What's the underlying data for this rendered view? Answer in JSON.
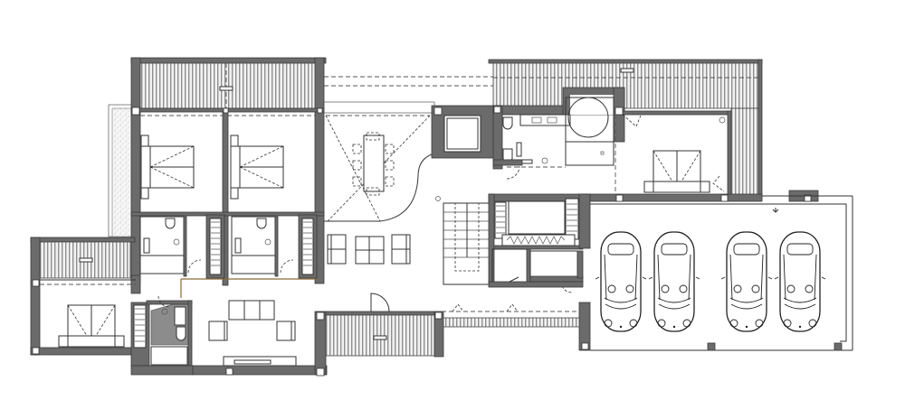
{
  "diagram": {
    "type": "architectural-floor-plan",
    "background": "#ffffff",
    "colors": {
      "wall": "#6b6b6b",
      "deck_stripe": "#9a9a9a",
      "line": "#333333",
      "wet_area": "#8c8c8c",
      "threshold": "#8a6a3a"
    },
    "rooms": [
      {
        "id": "terrace-top-left",
        "kind": "covered-terrace",
        "label": ""
      },
      {
        "id": "bedroom-1",
        "kind": "bedroom",
        "label": ""
      },
      {
        "id": "bedroom-2",
        "kind": "bedroom",
        "label": ""
      },
      {
        "id": "bathroom-1",
        "kind": "ensuite-bathroom",
        "label": ""
      },
      {
        "id": "bathroom-2",
        "kind": "ensuite-bathroom",
        "label": ""
      },
      {
        "id": "dining",
        "kind": "dining-area",
        "label": ""
      },
      {
        "id": "lift",
        "kind": "elevator",
        "label": ""
      },
      {
        "id": "stair",
        "kind": "staircase",
        "label": ""
      },
      {
        "id": "lounge",
        "kind": "sitting-area",
        "label": ""
      },
      {
        "id": "master-bathroom",
        "kind": "bathroom",
        "label": ""
      },
      {
        "id": "master-shower",
        "kind": "round-shower",
        "label": ""
      },
      {
        "id": "master-bedroom",
        "kind": "bedroom",
        "label": ""
      },
      {
        "id": "walk-in-closet",
        "kind": "dressing",
        "label": ""
      },
      {
        "id": "storage-1",
        "kind": "storage",
        "label": ""
      },
      {
        "id": "storage-2",
        "kind": "storage",
        "label": ""
      },
      {
        "id": "terrace-top-right",
        "kind": "covered-terrace",
        "label": ""
      },
      {
        "id": "garage",
        "kind": "garage",
        "label": "",
        "cars": 4
      },
      {
        "id": "guest-terrace",
        "kind": "covered-terrace",
        "label": ""
      },
      {
        "id": "guest-bedroom",
        "kind": "bedroom",
        "label": ""
      },
      {
        "id": "guest-bathroom",
        "kind": "bathroom",
        "label": ""
      },
      {
        "id": "living",
        "kind": "living-room",
        "label": ""
      },
      {
        "id": "front-porch",
        "kind": "covered-terrace",
        "label": ""
      },
      {
        "id": "planter",
        "kind": "gravel-planter",
        "label": ""
      }
    ],
    "furniture": {
      "double_beds": 4,
      "dining_chairs": 10,
      "sofas": 2,
      "armchairs": 4,
      "cars": 4
    }
  }
}
